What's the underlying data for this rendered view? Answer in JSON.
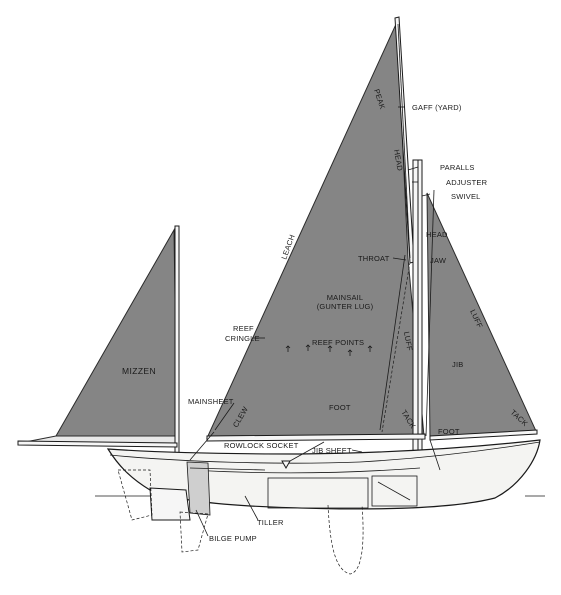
{
  "labels": {
    "peak": "PEAK",
    "gaff_yard": "GAFF (YARD)",
    "head_main": "HEAD",
    "paralls": "PARALLS",
    "adjuster": "ADJUSTER",
    "swivel": "SWIVEL",
    "head_jib": "HEAD",
    "throat": "THROAT",
    "jaw": "JAW",
    "leach": "LEACH",
    "mainsail": "MAINSAIL",
    "gunter_lug": "(GUNTER LUG)",
    "luff_jib": "LUFF",
    "reef_cringle_1": "REEF",
    "reef_cringle_2": "CRINGLE",
    "reef_points": "REEF POINTS",
    "luff_main": "LUFF",
    "jib": "JIB",
    "mizzen": "MIZZEN",
    "mainsheet": "MAINSHEET",
    "clew": "CLEW",
    "foot_main": "FOOT",
    "tack_main": "TACK",
    "foot_jib": "FOOT",
    "tack_jib": "TACK",
    "rowlock_socket": "ROWLOCK SOCKET",
    "jib_sheet": "JIB SHEET",
    "tiller": "TILLER",
    "bilge_pump": "BILGE PUMP"
  },
  "colors": {
    "sail": "#858585",
    "outline": "#1a1a1a",
    "background": "#ffffff"
  }
}
